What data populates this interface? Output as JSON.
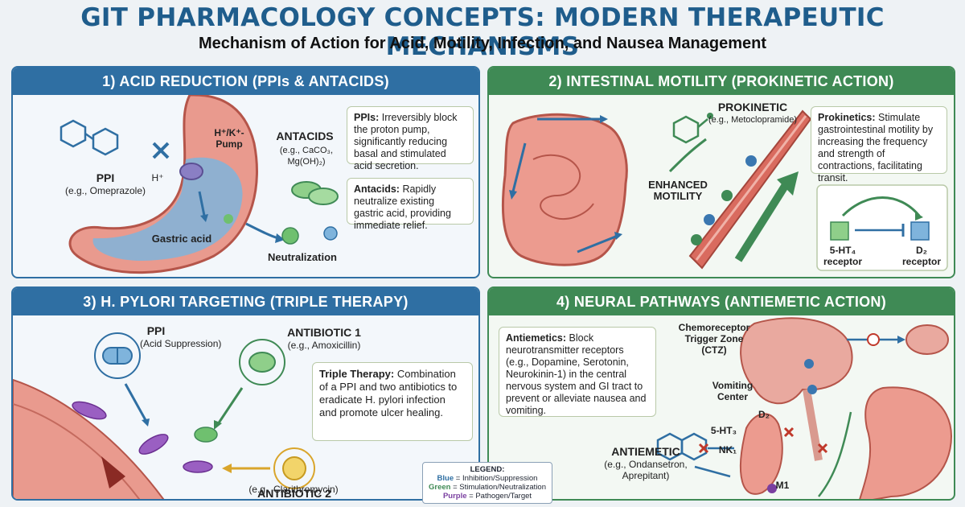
{
  "header": {
    "title": "GIT PHARMACOLOGY CONCEPTS: MODERN THERAPEUTIC MECHANISMS",
    "subtitle": "Mechanism of Action for Acid, Motility, Infection, and Nausea Management"
  },
  "panel1": {
    "heading": "1) ACID REDUCTION (PPIs & ANTACIDS)",
    "ppi_label": "PPI",
    "ppi_example": "(e.g., Omeprazole)",
    "h_ion": "H⁺",
    "pump_label": "H⁺/K⁺-Pump",
    "antacids_label": "ANTACIDS",
    "antacids_example": "(e.g., CaCO₃, Mg(OH)₂)",
    "gastric_acid": "Gastric acid",
    "neutralization": "Neutralization",
    "ppis_term": "PPIs:",
    "ppis_text": "Irreversibly block the proton pump, significantly reducing basal and stimulated acid secretion.",
    "antacids_term": "Antacids:",
    "antacids_text": "Rapidly neutralize existing gastric acid, providing immediate relief."
  },
  "panel2": {
    "heading": "2) INTESTINAL MOTILITY (PROKINETIC ACTION)",
    "prokinetic_label": "PROKINETIC",
    "prokinetic_example": "(e.g., Metoclopramide)",
    "enhanced_motility": "ENHANCED MOTILITY",
    "prokinetics_term": "Prokinetics:",
    "prokinetics_text": "Stimulate gastrointestinal motility by increasing the frequency and strength of contractions, facilitating transit.",
    "receptor1": "5-HT₄ receptor",
    "receptor2": "D₂ receptor"
  },
  "panel3": {
    "heading": "3) H. PYLORI TARGETING (TRIPLE THERAPY)",
    "ppi_label": "PPI",
    "ppi_note": "(Acid Suppression)",
    "antibiotic1_label": "ANTIBIOTIC 1",
    "antibiotic1_example": "(e.g., Amoxicillin)",
    "antibiotic2_label": "ANTIBIOTIC 2",
    "antibiotic2_example": "(e.g., Clarithromycin)",
    "triple_term": "Triple Therapy:",
    "triple_text": "Combination of a PPI and two antibiotics to eradicate H. pylori infection and promote ulcer healing."
  },
  "panel4": {
    "heading": "4) NEURAL PATHWAYS (ANTIEMETIC ACTION)",
    "antiemetics_term": "Antiemetics:",
    "antiemetics_text": "Block neurotransmitter receptors (e.g., Dopamine, Serotonin, Neurokinin-1) in the central nervous system and GI tract to prevent or alleviate nausea and vomiting.",
    "ctz_label": "Chemoreceptor Trigger Zone (CTZ)",
    "vomiting_center": "Vomiting Center",
    "d2": "D₂",
    "ht3": "5-HT₃",
    "nk1": "NK₁",
    "m1": "M1",
    "antiemetic_label": "ANTIEMETIC",
    "antiemetic_example": "(e.g., Ondansetron, Aprepitant)"
  },
  "legend": {
    "title": "LEGEND:",
    "blue_word": "Blue",
    "blue_text": " = Inhibition/Suppression",
    "green_word": "Green",
    "green_text": " = Stimulation/Neutralization",
    "purple_word": "Purple",
    "purple_text": " = Pathogen/Target"
  },
  "colors": {
    "blue_accent": "#2f6fa3",
    "green_accent": "#3f8a55",
    "purple_accent": "#7a3fa0",
    "tissue": "#e8867a"
  }
}
